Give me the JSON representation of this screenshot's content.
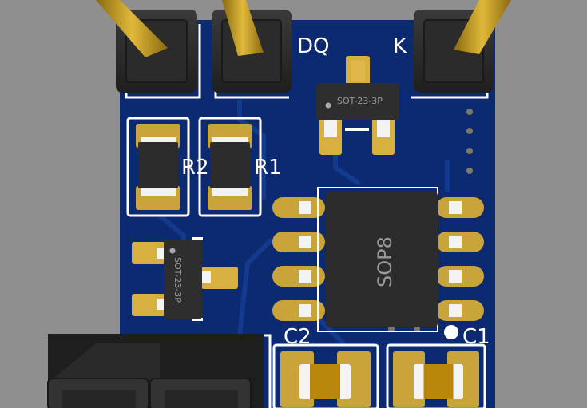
{
  "silkscreen": {
    "dq": "DQ",
    "k": "K",
    "r2": "R2",
    "r1": "R1",
    "c2": "C2",
    "c1": "C1"
  },
  "chips": {
    "sot_top": "SOT-23-3P",
    "sot_left": "SOT-23-3P",
    "sop8": "SOP8"
  },
  "colors": {
    "background": "#8f8f8f",
    "pcb": "#0b2a72",
    "pad_gold": "#c9a43a",
    "header_black": "#2a2a2a",
    "pin_gold": "#c8a02a",
    "silkscreen": "#ffffff"
  }
}
